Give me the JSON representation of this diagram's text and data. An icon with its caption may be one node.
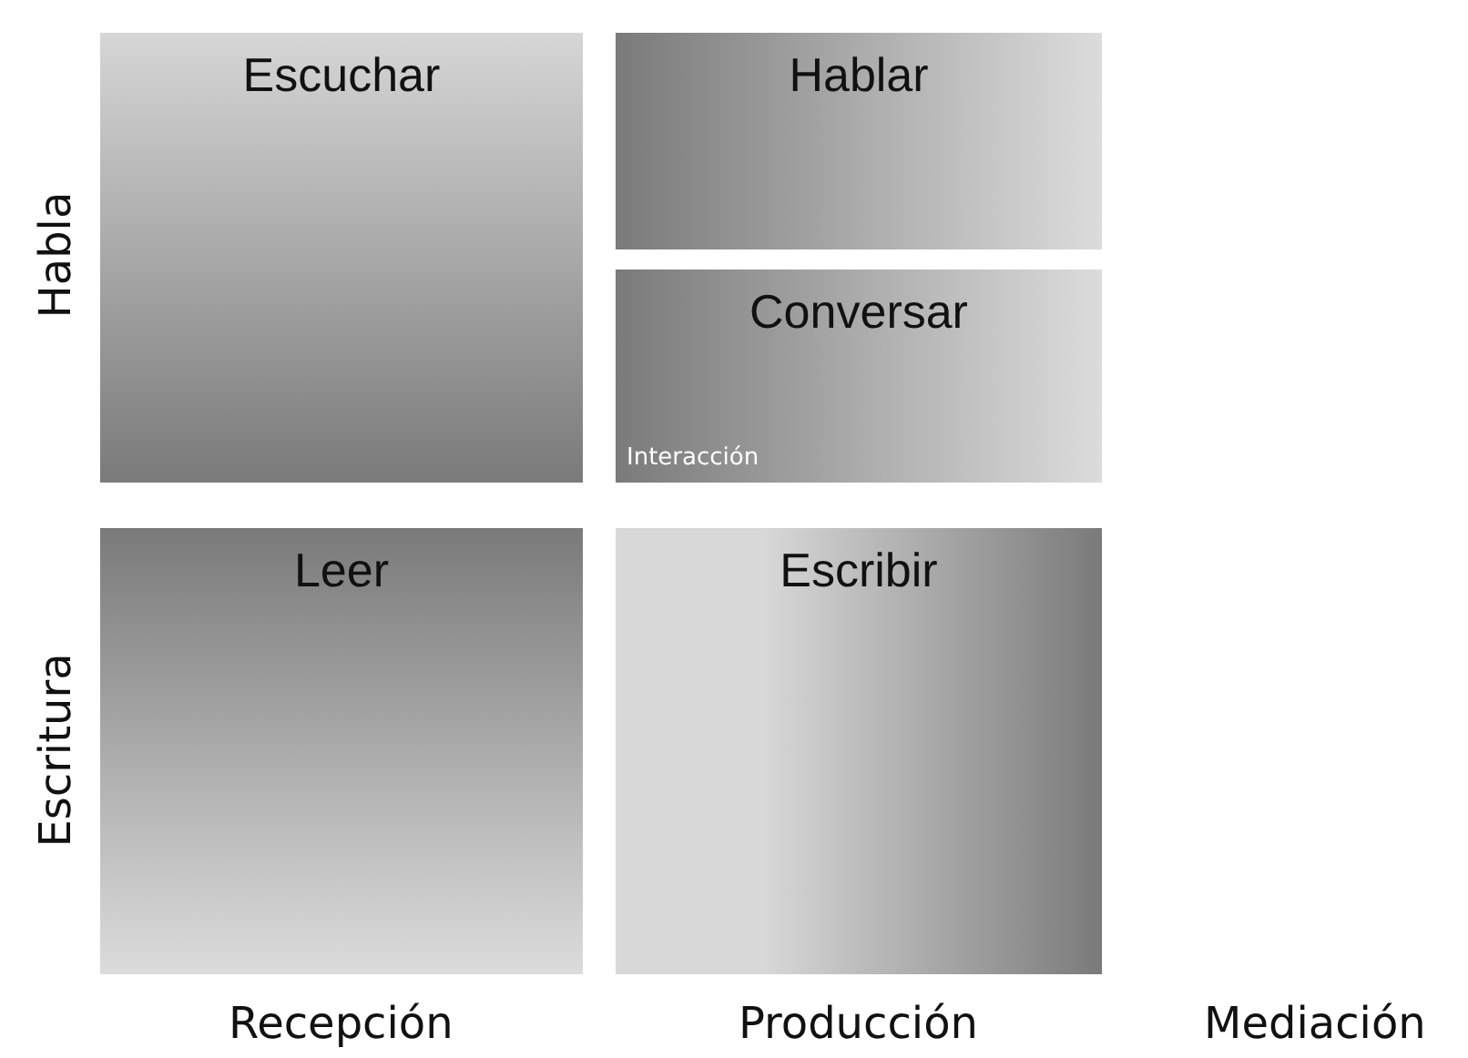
{
  "diagram": {
    "nodes": [
      {
        "text": [
          "Escuchar"
        ]
      },
      {
        "text": [
          "Hablar"
        ]
      },
      {
        "text": [
          "Conversar",
          "Interacción"
        ]
      },
      {
        "text": [
          "Leer"
        ]
      },
      {
        "text": [
          "Escribir"
        ]
      }
    ],
    "labels": [
      "Habla",
      "Escritura",
      "Recepción",
      "Producción",
      "Mediación"
    ]
  }
}
